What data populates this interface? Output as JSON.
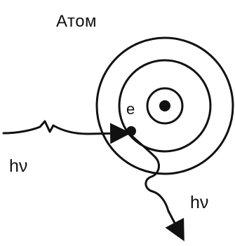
{
  "title": "Атом",
  "electron_label": "e",
  "incoming_photon_label": "hν",
  "outgoing_photon_label": "hν",
  "colors": {
    "ink": "#111111",
    "background": "#ffffff"
  }
}
